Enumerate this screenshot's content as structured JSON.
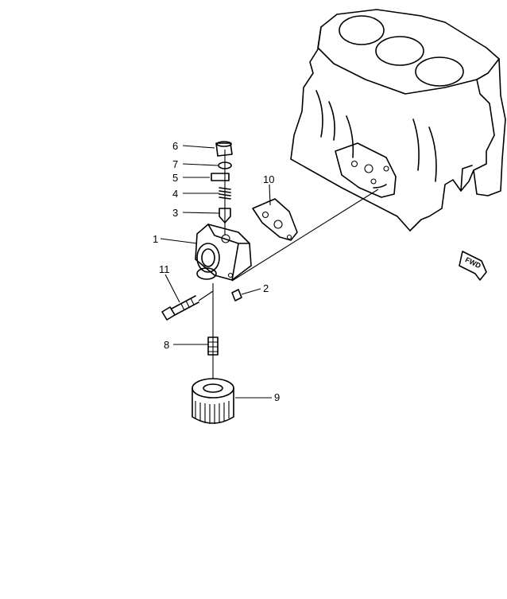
{
  "diagram": {
    "callouts": [
      {
        "id": "c1",
        "text": "1"
      },
      {
        "id": "c2",
        "text": "2"
      },
      {
        "id": "c3",
        "text": "3"
      },
      {
        "id": "c4",
        "text": "4"
      },
      {
        "id": "c5",
        "text": "5"
      },
      {
        "id": "c6",
        "text": "6"
      },
      {
        "id": "c7",
        "text": "7"
      },
      {
        "id": "c8",
        "text": "8"
      },
      {
        "id": "c9",
        "text": "9"
      },
      {
        "id": "c10",
        "text": "10"
      },
      {
        "id": "c11",
        "text": "11"
      }
    ],
    "direction_marker": {
      "text": "FWD",
      "icon": "forward-arrow-icon"
    },
    "line_color": "#000000",
    "background": "#ffffff"
  }
}
